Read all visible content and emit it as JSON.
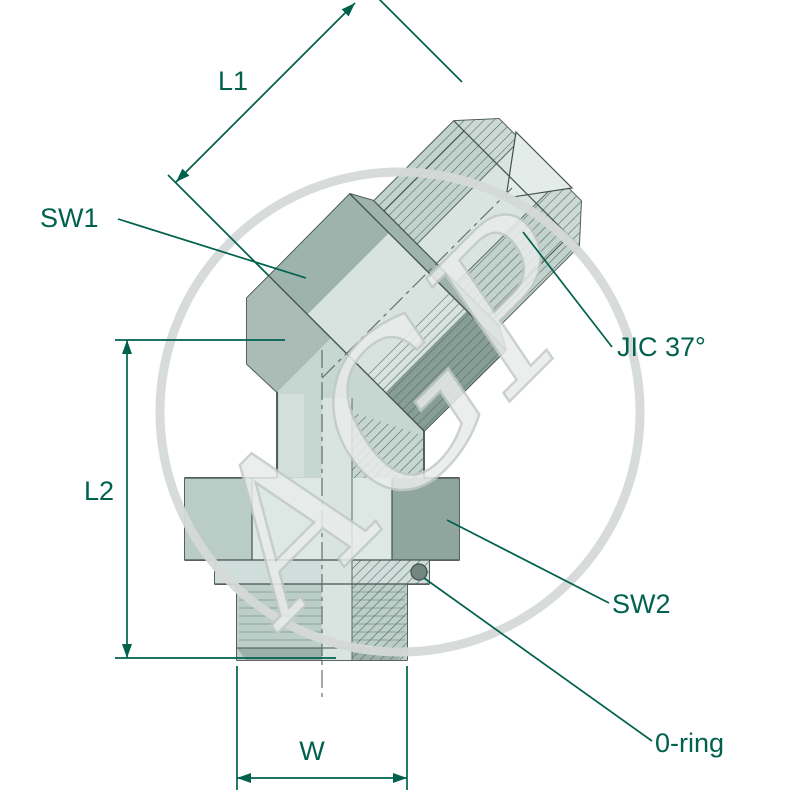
{
  "diagram": {
    "watermark": "AGP",
    "labels": {
      "l1": "L1",
      "sw1": "SW1",
      "l2": "L2",
      "w": "W",
      "jic": "JIC 37°",
      "sw2": "SW2",
      "oring": "0-ring"
    },
    "colors": {
      "dimension": "#00614d",
      "outline": "#44504b",
      "body_base": "#c6d6d1",
      "body_light": "#dde7e3",
      "body_mid": "#b6c9c3",
      "body_dark": "#8fa69f",
      "hatch": "#566862",
      "watermark": "#d5d9d8"
    }
  }
}
